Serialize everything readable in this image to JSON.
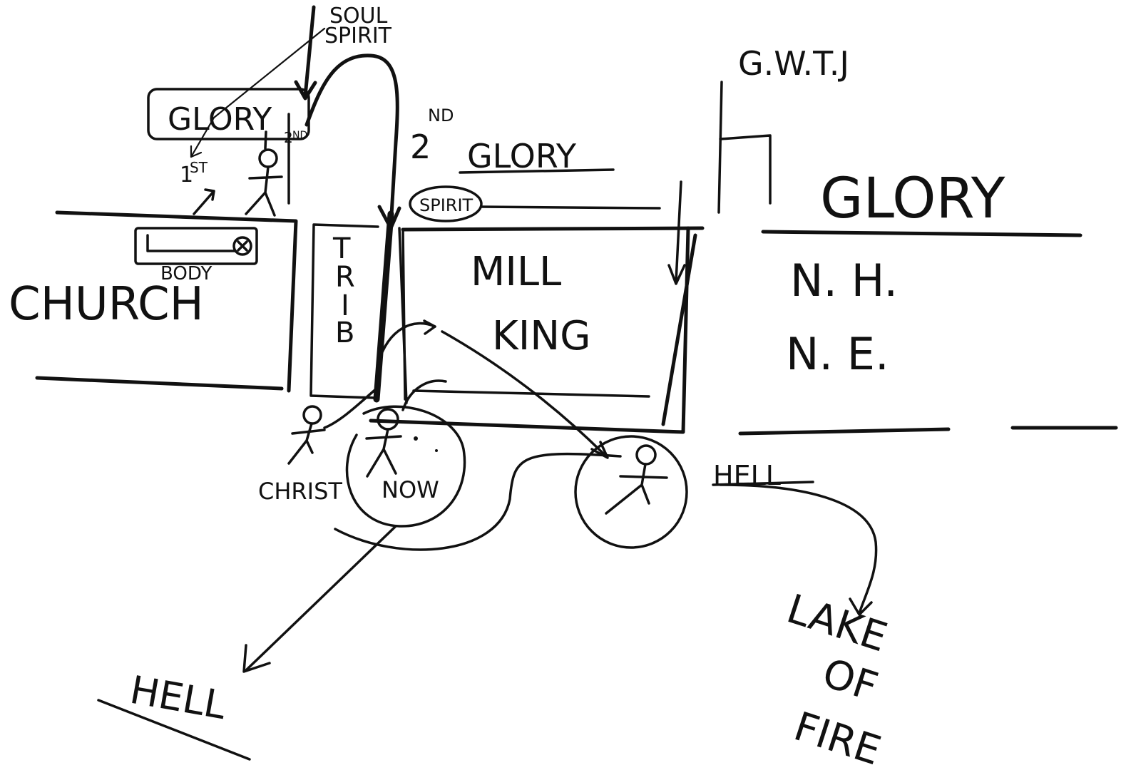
{
  "labels": {
    "soul": "SOUL",
    "spirit": "SPIRIT",
    "glory_top_left": "GLORY",
    "second_coming_2": "2",
    "second_coming_sup": "ND",
    "first_1": "1",
    "first_sup": "ST",
    "second_small_2": "2",
    "second_small_sup": "ND",
    "glory_middle": "GLORY",
    "spirit_circled": "SPIRIT",
    "gwtj": "G.W.T.J",
    "glory_right": "GLORY",
    "body": "BODY",
    "church": "CHURCH",
    "trib_t": "T",
    "trib_r": "R",
    "trib_i": "I",
    "trib_b": "B",
    "mill": "MILL",
    "king": "KING",
    "nh": "N. H.",
    "ne": "N. E.",
    "christ": "CHRIST",
    "now": "NOW",
    "hell_right": "HELL",
    "hell_bottom": "HELL",
    "lake": "LAKE",
    "of": "OF",
    "fire": "FIRE"
  },
  "colors": {
    "ink": "#111111",
    "board": "#ffffff"
  }
}
